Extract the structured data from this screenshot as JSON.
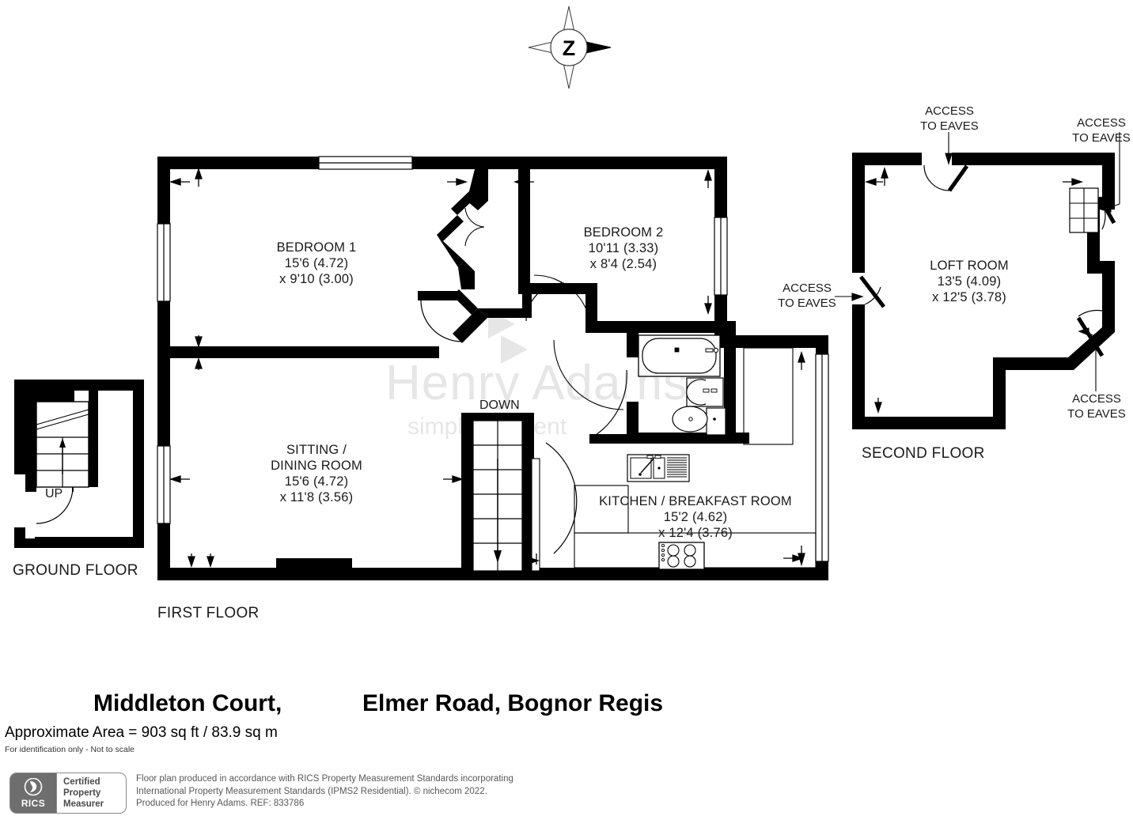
{
  "document": {
    "title_part1": "Middleton Court,",
    "title_part2": "Elmer Road, Bognor Regis",
    "area_line": "Approximate Area = 903 sq ft / 83.9 sq m",
    "disclaimer": "For identification only - Not to scale"
  },
  "compass": {
    "label": "Z"
  },
  "watermark": {
    "line1": "Henry Adams",
    "line2": "simply different"
  },
  "floors": [
    {
      "key": "ground",
      "label": "GROUND FLOOR"
    },
    {
      "key": "first",
      "label": "FIRST FLOOR"
    },
    {
      "key": "second",
      "label": "SECOND FLOOR"
    }
  ],
  "floor_labels": {
    "ground": "GROUND FLOOR",
    "first": "FIRST FLOOR",
    "second": "SECOND FLOOR"
  },
  "stair_words": {
    "up": "UP",
    "down": "DOWN"
  },
  "rooms": [
    {
      "id": "bedroom1",
      "name": "BEDROOM 1",
      "dim_line1": "15'6 (4.72)",
      "dim_line2": "x 9'10 (3.00)",
      "floor": "first"
    },
    {
      "id": "bedroom2",
      "name": "BEDROOM 2",
      "dim_line1": "10'11 (3.33)",
      "dim_line2": "x 8'4 (2.54)",
      "floor": "first"
    },
    {
      "id": "sitting-dining",
      "name_line1": "SITTING /",
      "name_line2": "DINING ROOM",
      "dim_line1": "15'6 (4.72)",
      "dim_line2": "x 11'8 (3.56)",
      "floor": "first"
    },
    {
      "id": "kitchen-breakfast",
      "name": "KITCHEN / BREAKFAST ROOM",
      "dim_line1": "15'2 (4.62)",
      "dim_line2": "x 12'4 (3.76)",
      "floor": "first"
    },
    {
      "id": "loft",
      "name": "LOFT ROOM",
      "dim_line1": "13'5 (4.09)",
      "dim_line2": "x 12'5 (3.78)",
      "floor": "second"
    }
  ],
  "eaves_labels": [
    {
      "id": "eaves-top-left",
      "line1": "ACCESS",
      "line2": "TO EAVES"
    },
    {
      "id": "eaves-top-right",
      "line1": "ACCESS",
      "line2": "TO EAVES"
    },
    {
      "id": "eaves-left",
      "line1": "ACCESS",
      "line2": "TO EAVES"
    },
    {
      "id": "eaves-bottom-right",
      "line1": "ACCESS",
      "line2": "TO EAVES"
    }
  ],
  "rics": {
    "emblem": "RICS",
    "line1": "Certified",
    "line2": "Property",
    "line3": "Measurer"
  },
  "legal": {
    "line1": "Floor plan produced in accordance with RICS Property Measurement Standards incorporating",
    "line2_a": "International Property Measurement Standards (IPMS2 Residential).",
    "line2_b": "© nichecom 2022.",
    "line3": "Produced for Henry Adams.   REF: 833786"
  },
  "colors": {
    "wall": "#000000",
    "text": "#1a1a1a",
    "watermark": "#e6e6e6",
    "legal": "#585858",
    "badge_gray": "#6e6e6e"
  }
}
